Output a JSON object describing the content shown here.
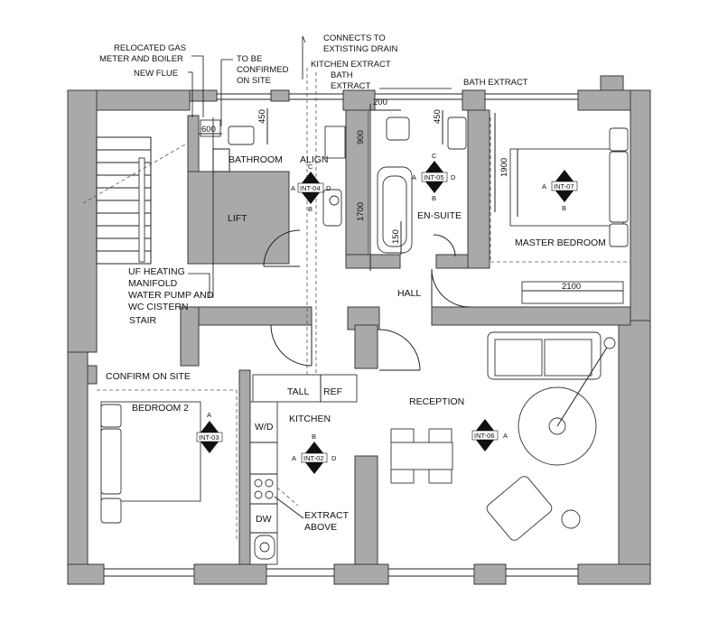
{
  "annotations": {
    "relocated_gas_line1": "RELOCATED GAS",
    "relocated_gas_line2": "METER AND BOILER",
    "new_flue": "NEW FLUE",
    "to_be_confirmed_line1": "TO BE",
    "to_be_confirmed_line2": "CONFIRMED",
    "to_be_confirmed_line3": "ON SITE",
    "connects_line1": "CONNECTS TO",
    "connects_line2": "EXTISTING DRAIN",
    "kitchen_extract": "KITCHEN EXTRACT",
    "bath_extract_line1": "BATH",
    "bath_extract_line2": "EXTRACT",
    "bath_extract_right": "BATH EXTRACT",
    "align": "ALIGN",
    "uf_line1": "UF HEATING",
    "uf_line2": "MANIFOLD",
    "uf_line3": "WATER PUMP AND",
    "uf_line4": "WC CISTERN",
    "confirm_on_site": "CONFIRM ON SITE",
    "extract_above_line1": "EXTRACT",
    "extract_above_line2": "ABOVE"
  },
  "rooms": {
    "bathroom": "BATHROOM",
    "lift": "LIFT",
    "en_suite": "EN-SUITE",
    "master_bedroom": "MASTER BEDROOM",
    "hall": "HALL",
    "stair": "STAIR",
    "bedroom_2": "BEDROOM 2",
    "kitchen": "KITCHEN",
    "reception": "RECEPTION"
  },
  "fixtures": {
    "tall": "TALL",
    "ref": "REF",
    "wd": "W/D",
    "dw": "DW"
  },
  "dimensions": {
    "d600": "600",
    "d450a": "450",
    "d200": "200",
    "d900": "900",
    "d450b": "450",
    "d1900": "1900",
    "d1700": "1700",
    "d150": "150",
    "d2100": "2100"
  },
  "elevation_tags": {
    "int04": {
      "id": "INT-04",
      "a": "A",
      "b": "B",
      "c": "C",
      "d": "D"
    },
    "int05": {
      "id": "INT-05",
      "a": "A",
      "b": "B",
      "c": "C",
      "d": "D"
    },
    "int07": {
      "id": "INT-07",
      "a": "A",
      "b": "B"
    },
    "int03": {
      "id": "INT-03",
      "a": "A"
    },
    "int02": {
      "id": "INT-02",
      "a": "A",
      "b": "B",
      "d": "D"
    },
    "int06": {
      "id": "INT-06",
      "a": "A"
    }
  },
  "colors": {
    "wall_fill": "#a9a9a9",
    "line": "#222222",
    "background": "#ffffff"
  }
}
